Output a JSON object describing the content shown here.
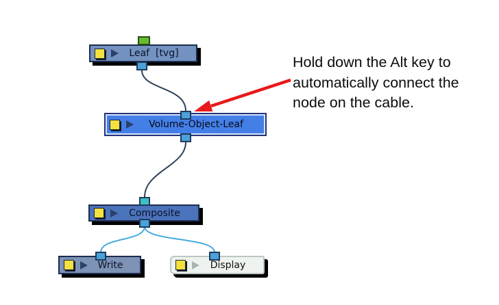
{
  "annotation": {
    "lines": [
      "Hold down the Alt key to",
      "automatically connect the",
      "node on the cable."
    ]
  },
  "nodes": [
    {
      "label": "Leaf  [tvg]",
      "selected": false,
      "ports": {
        "top": "green",
        "bottom": "cyan"
      }
    },
    {
      "label": "Volume-Object-Leaf",
      "selected": true,
      "ports": {
        "top": "cyan",
        "bottom": "cyan"
      }
    },
    {
      "label": "Composite",
      "selected": false,
      "ports": {
        "top": "teal",
        "bottom": "cyan"
      }
    },
    {
      "label": "Write",
      "selected": false,
      "ports": {
        "top": "cyan"
      }
    },
    {
      "label": "Display",
      "selected": false,
      "ports": {
        "top": "cyan"
      }
    }
  ],
  "cables": [
    {
      "from": "Leaf  [tvg]",
      "to": "Volume-Object-Leaf",
      "color": "#2E4258"
    },
    {
      "from": "Volume-Object-Leaf",
      "to": "Composite",
      "color": "#2E4258"
    },
    {
      "from": "Composite",
      "to": "Write",
      "color": "#45AADF"
    },
    {
      "from": "Composite",
      "to": "Display",
      "color": "#45AADF"
    }
  ],
  "colors": {
    "node_blue": "#7392BF",
    "node_selected_blue": "#447FE8",
    "node_selected_inner_border": "#D8E4F6",
    "composite_blue": "#4B73BB",
    "write_blue": "#7D93B5",
    "display_bg": "#EFF3EF",
    "node_border": "#1C2B4E",
    "shadow": "#000000",
    "icon_yellow": "#F2E13E",
    "port_green": "#68BC2E",
    "port_cyan": "#4BA2D8",
    "port_teal": "#3FBFC4",
    "cable_dark": "#2E4258",
    "cable_light": "#45AADF",
    "arrow_red": "#E8191B"
  }
}
